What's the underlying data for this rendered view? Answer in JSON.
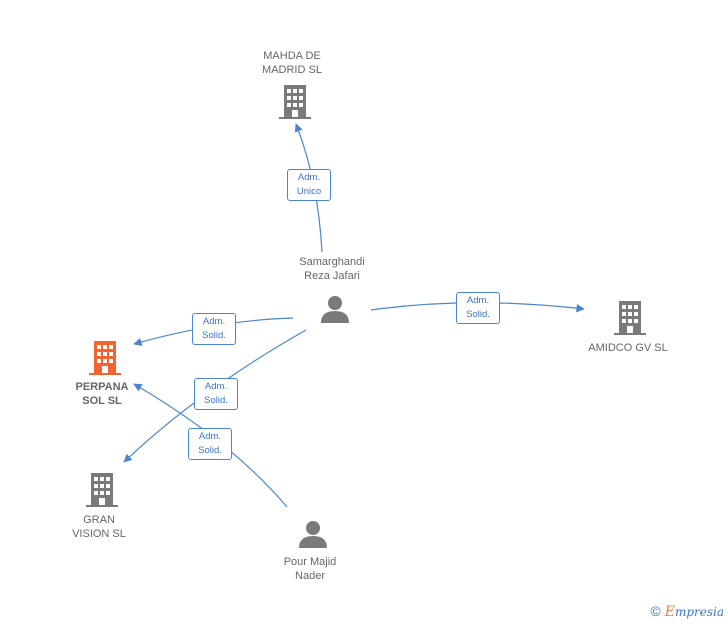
{
  "nodes": {
    "mahda": {
      "label": "MAHDA DE\nMADRID  SL",
      "type": "company"
    },
    "samarghandi": {
      "label": "Samarghandi\nReza Jafari",
      "type": "person"
    },
    "amidco": {
      "label": "AMIDCO GV  SL",
      "type": "company"
    },
    "perpana": {
      "label": "PERPANA\nSOL  SL",
      "type": "company-highlight"
    },
    "gran_vision": {
      "label": "GRAN\nVISION  SL",
      "type": "company"
    },
    "pour_majid": {
      "label": "Pour Majid\nNader",
      "type": "person"
    }
  },
  "edges": {
    "e1": {
      "label": "Adm.\nUnico"
    },
    "e2": {
      "label": "Adm.\nSolid."
    },
    "e3": {
      "label": "Adm.\nSolid."
    },
    "e4": {
      "label": "Adm.\nSolid."
    },
    "e5": {
      "label": "Adm.\nSolid."
    }
  },
  "colors": {
    "company": "#7a7a7a",
    "highlight": "#f26430",
    "person": "#7a7a7a",
    "edge": "#4a86cf"
  },
  "footer": {
    "symbol": "©",
    "brand_first": "E",
    "brand_rest": "mpresia"
  }
}
